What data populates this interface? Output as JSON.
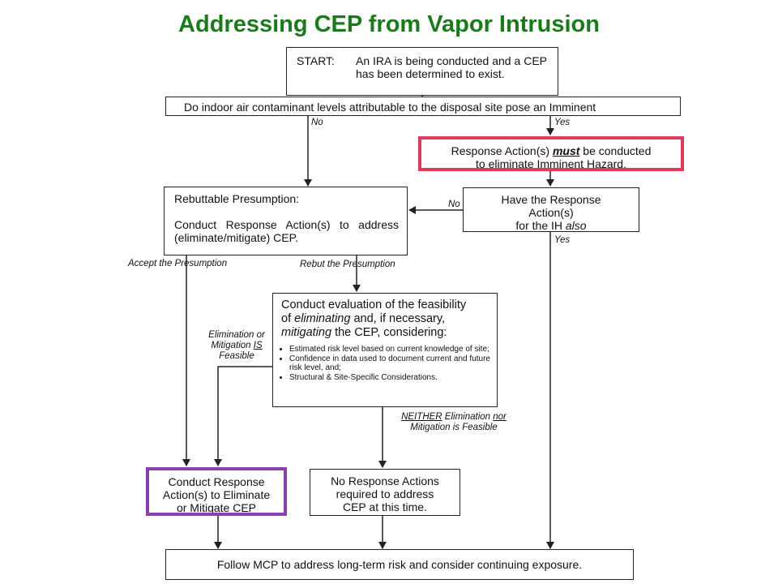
{
  "diagram": {
    "title": "Addressing CEP from Vapor Intrusion",
    "start": {
      "prefix": "START:",
      "text": "An IRA is being conducted and a CEP has been determined to exist."
    },
    "question": "Do indoor air contaminant levels attributable to the disposal site pose an Imminent",
    "imminent_action": {
      "part1": "Response Action(s) ",
      "emphasis": "must",
      "part2": " be conducted",
      "line2": "to eliminate Imminent Hazard."
    },
    "rebuttable": {
      "title": "Rebuttable Presumption:",
      "body": "Conduct Response Action(s) to address (eliminate/mitigate) CEP."
    },
    "have_response": {
      "line1": "Have the Response",
      "line2": "Action(s)",
      "line3_text": "for the IH ",
      "line3_italic": "also"
    },
    "evaluation": {
      "line1": "Conduct evaluation of the feasibility",
      "line2_pre": "of ",
      "line2_italic": "eliminating",
      "line2_post": " and, if necessary,",
      "line3_italic": "mitigating",
      "line3_post": " the CEP, considering:",
      "bullets": [
        "Estimated risk level based on current knowledge of site;",
        "Confidence in data used to document current and future risk level, and;",
        "Structural & Site-Specific Considerations."
      ]
    },
    "conduct_response": {
      "line1": "Conduct Response",
      "line2": "Action(s) to Eliminate",
      "line3": "or Mitigate CEP"
    },
    "no_response": {
      "line1": "No Response Actions",
      "line2": "required to address",
      "line3": "CEP at this time."
    },
    "follow": "Follow MCP to address long-term risk and consider continuing exposure.",
    "labels": {
      "no_top": "No",
      "yes_top": "Yes",
      "no_side": "No",
      "yes_side": "Yes",
      "accept": "Accept the Presumption",
      "rebut": "Rebut the Presumption",
      "elim_line1": "Elimination or",
      "elim_line2_pre": "Mitigation ",
      "elim_line2_u": "IS",
      "elim_line3": "Feasible",
      "neither_u": "NEITHER",
      "neither_mid": " Elimination ",
      "neither_u2": "nor",
      "neither_line2": "Mitigation is Feasible"
    }
  }
}
